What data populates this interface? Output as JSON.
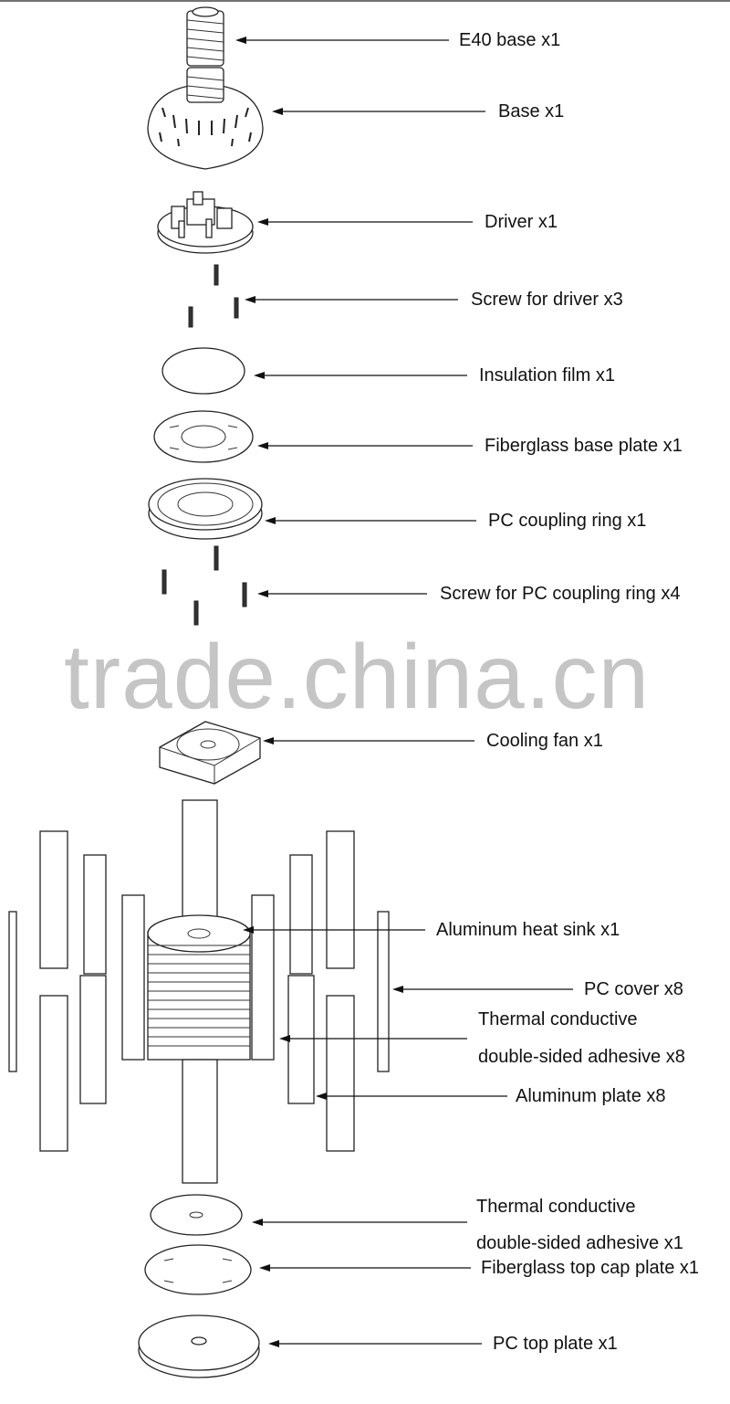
{
  "diagram": {
    "watermark": "trade.china.cn",
    "components": [
      {
        "id": "e40",
        "label": "E40 base x1"
      },
      {
        "id": "base",
        "label": "Base x1"
      },
      {
        "id": "driver",
        "label": "Driver x1"
      },
      {
        "id": "screw_driver",
        "label": "Screw for driver x3"
      },
      {
        "id": "insulation",
        "label": "Insulation film x1"
      },
      {
        "id": "fiber_base",
        "label": "Fiberglass base plate x1"
      },
      {
        "id": "pc_ring",
        "label": "PC coupling ring x1"
      },
      {
        "id": "screw_ring",
        "label": "Screw for PC coupling ring x4"
      },
      {
        "id": "fan",
        "label": "Cooling fan x1"
      },
      {
        "id": "heatsink",
        "label": "Aluminum heat sink x1"
      },
      {
        "id": "pc_cover",
        "label": "PC cover x8"
      },
      {
        "id": "adhesive8_a",
        "label": "Thermal conductive"
      },
      {
        "id": "adhesive8_b",
        "label": "double-sided adhesive x8"
      },
      {
        "id": "al_plate",
        "label": "Aluminum plate x8"
      },
      {
        "id": "adhesive1_a",
        "label": "Thermal conductive"
      },
      {
        "id": "adhesive1_b",
        "label": "double-sided adhesive x1"
      },
      {
        "id": "fiber_top",
        "label": "Fiberglass top cap plate x1"
      },
      {
        "id": "pc_top",
        "label": "PC top plate x1"
      }
    ]
  }
}
